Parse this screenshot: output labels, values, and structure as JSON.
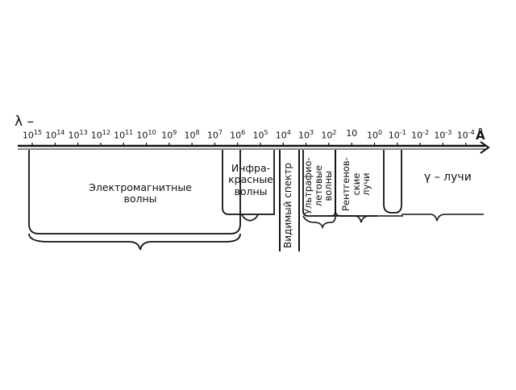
{
  "diagram": {
    "lambda_symbol": "λ –",
    "unit_symbol": "Å",
    "ticks": [
      {
        "base": "10",
        "exp": "15"
      },
      {
        "base": "10",
        "exp": "14"
      },
      {
        "base": "10",
        "exp": "13"
      },
      {
        "base": "10",
        "exp": "12"
      },
      {
        "base": "10",
        "exp": "11"
      },
      {
        "base": "10",
        "exp": "10"
      },
      {
        "base": "10",
        "exp": "9"
      },
      {
        "base": "10",
        "exp": "8"
      },
      {
        "base": "10",
        "exp": "7"
      },
      {
        "base": "10",
        "exp": "6"
      },
      {
        "base": "10",
        "exp": "5"
      },
      {
        "base": "10",
        "exp": "4"
      },
      {
        "base": "10",
        "exp": "3"
      },
      {
        "base": "10",
        "exp": "2"
      },
      {
        "base": "10",
        "exp": ""
      },
      {
        "base": "10",
        "exp": "0"
      },
      {
        "base": "10",
        "exp": "-1"
      },
      {
        "base": "10",
        "exp": "-2"
      },
      {
        "base": "10",
        "exp": "-3"
      },
      {
        "base": "10",
        "exp": "-4"
      }
    ],
    "bands": {
      "electromagnetic": {
        "line1": "Электромагнитные",
        "line2": "волны"
      },
      "infrared": {
        "line1": "Инфра-",
        "line2": "красные",
        "line3": "волны"
      },
      "visible": "Видимый спектр",
      "ultraviolet": {
        "line1": "Ультрафио-",
        "line2": "летовые",
        "line3": "волны"
      },
      "xray": {
        "line1": "Рентгенов-",
        "line2": "ские",
        "line3": "лучи"
      },
      "gamma": "γ – лучи"
    }
  }
}
